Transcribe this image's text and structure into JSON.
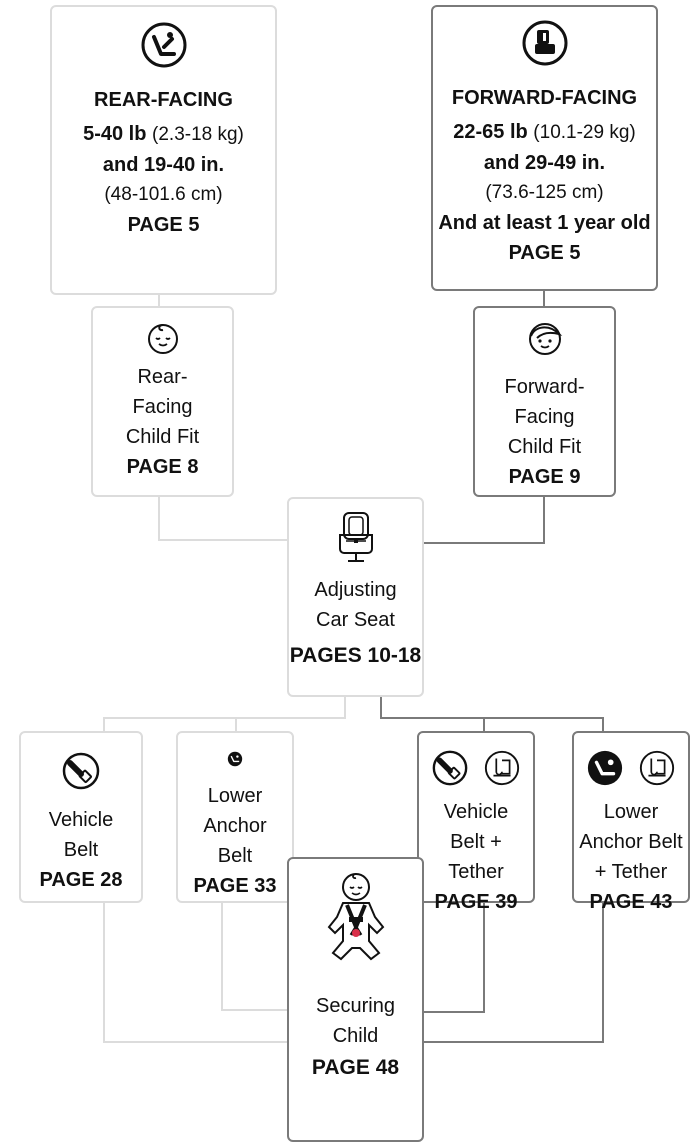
{
  "rear_facing": {
    "icon": "rear-facing-seat-icon",
    "title": "REAR-FACING",
    "weight_bold": "5-40 lb",
    "weight_metric": "(2.3-18 kg)",
    "height": "and 19-40 in.",
    "height_metric": "(48-101.6 cm)",
    "page": "PAGE 5"
  },
  "forward_facing": {
    "icon": "forward-facing-seat-icon",
    "title": "FORWARD-FACING",
    "weight_bold": "22-65 lb",
    "weight_metric": "(10.1-29 kg)",
    "height": "and 29-49 in.",
    "height_metric": "(73.6-125 cm)",
    "age": "And at least 1 year old",
    "page": "PAGE 5"
  },
  "rear_child_fit": {
    "icon": "baby-face-icon",
    "line1": "Rear-",
    "line2": "Facing",
    "line3": "Child Fit",
    "page": "PAGE 8"
  },
  "forward_child_fit": {
    "icon": "child-face-icon",
    "line1": "Forward-",
    "line2": "Facing",
    "line3": "Child Fit",
    "page": "PAGE 9"
  },
  "adjusting": {
    "icon": "car-seat-icon",
    "line1": "Adjusting",
    "line2": "Car Seat",
    "page": "PAGES 10-18"
  },
  "vehicle_belt": {
    "icon": "vehicle-belt-icon",
    "line1": "Vehicle",
    "line2": "Belt",
    "page": "PAGE 28"
  },
  "lower_anchor_belt": {
    "icon": "lower-anchor-icon",
    "line1": "Lower",
    "line2": "Anchor",
    "line3": "Belt",
    "page": "PAGE 33"
  },
  "vehicle_belt_tether": {
    "icons": [
      "vehicle-belt-icon",
      "tether-anchor-icon"
    ],
    "line1": "Vehicle",
    "line2": "Belt +",
    "line3": "Tether",
    "page": "PAGE 39"
  },
  "lower_anchor_tether": {
    "icons": [
      "lower-anchor-icon",
      "tether-anchor-icon"
    ],
    "line1": "Lower",
    "line2": "Anchor Belt",
    "line3": "+ Tether",
    "page": "PAGE 43"
  },
  "securing_child": {
    "icon": "harnessed-baby-icon",
    "line1": "Securing",
    "line2": "Child",
    "page": "PAGE 48"
  },
  "colors": {
    "light_path": "#dcdcdc",
    "dark_path": "#7a7a7a",
    "harness_clip": "#d9304a"
  }
}
